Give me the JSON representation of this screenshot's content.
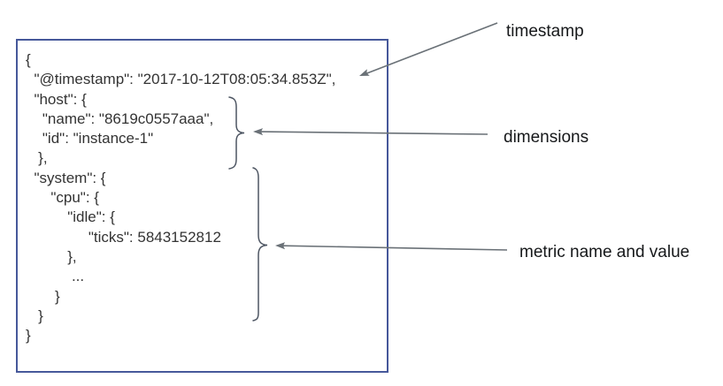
{
  "code": {
    "lines": [
      "{",
      "  \"@timestamp\": \"2017-10-12T08:05:34.853Z\",",
      "  \"host\": {",
      "    \"name\": \"8619c0557aaa\",",
      "    \"id\": \"instance-1\"",
      "   },",
      "  \"system\": {",
      "      \"cpu\": {",
      "          \"idle\": {",
      "               \"ticks\": 5843152812",
      "          },",
      "           ...",
      "       }",
      "   }",
      "}"
    ]
  },
  "annotations": {
    "timestamp": {
      "label": "timestamp"
    },
    "dimensions": {
      "label": "dimensions"
    },
    "metric": {
      "label": "metric name and value"
    }
  },
  "colors": {
    "box_border": "#46589a",
    "code_text": "#333333",
    "brace": "#4d5562",
    "arrow": "#6a7177",
    "label_text": "#16181a"
  }
}
